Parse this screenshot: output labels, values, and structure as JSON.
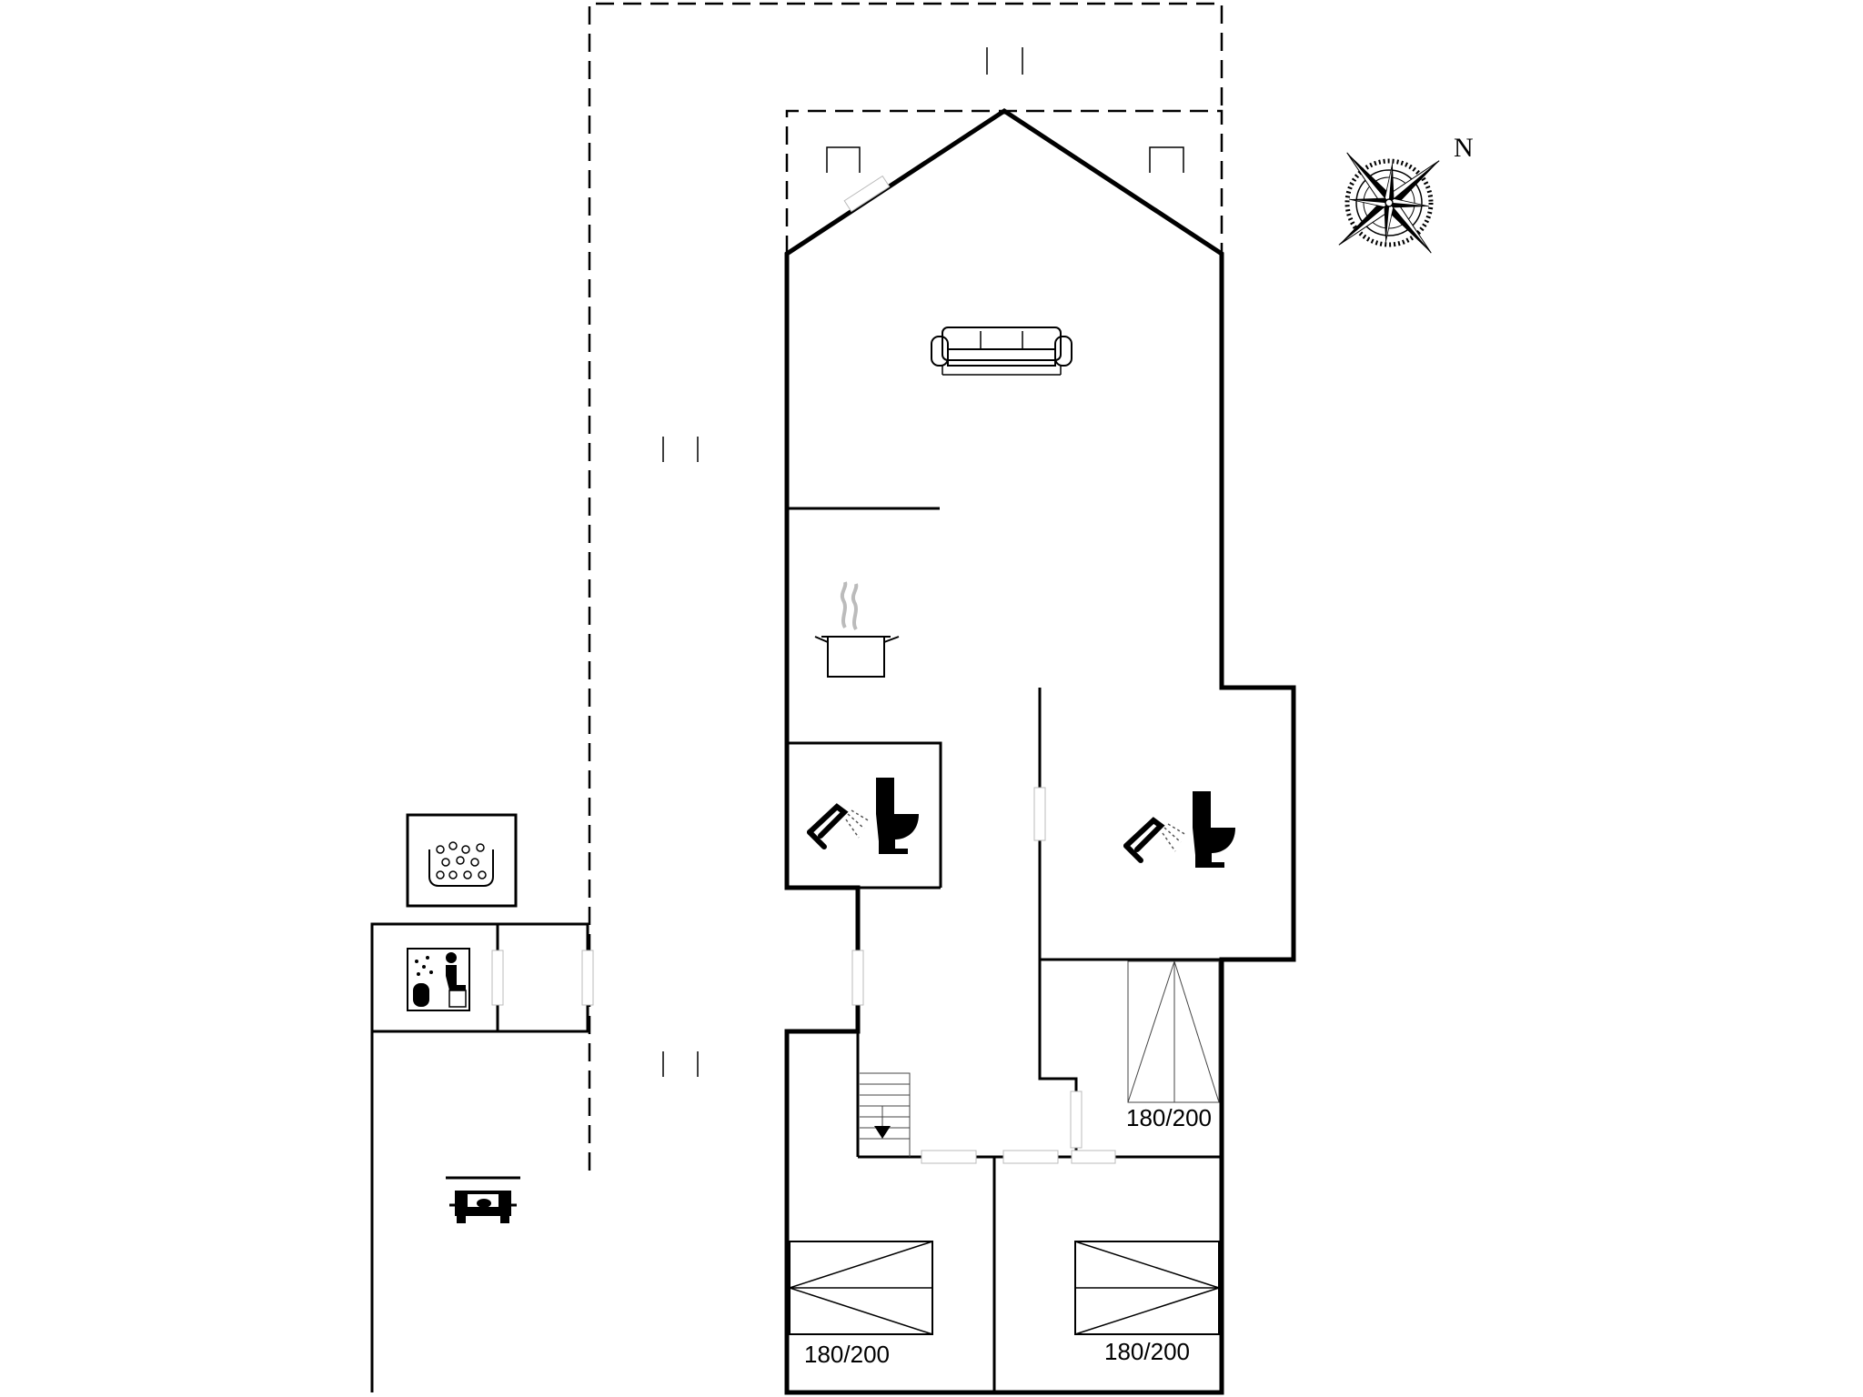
{
  "compass": {
    "north_label": "N"
  },
  "beds": [
    {
      "id": "bed-1",
      "label": "180/200"
    },
    {
      "id": "bed-2",
      "label": "180/200"
    },
    {
      "id": "bed-3",
      "label": "180/200"
    }
  ],
  "icons": {
    "sofa": "sofa-icon",
    "kitchen": "cooking-pot-icon",
    "bathroom": "shower-toilet-icon",
    "whirlpool": "whirlpool-icon",
    "sauna": "sauna-icon",
    "carport": "car-icon",
    "stairs": "stairs-icon"
  },
  "colors": {
    "line": "#000000",
    "background": "#ffffff"
  }
}
